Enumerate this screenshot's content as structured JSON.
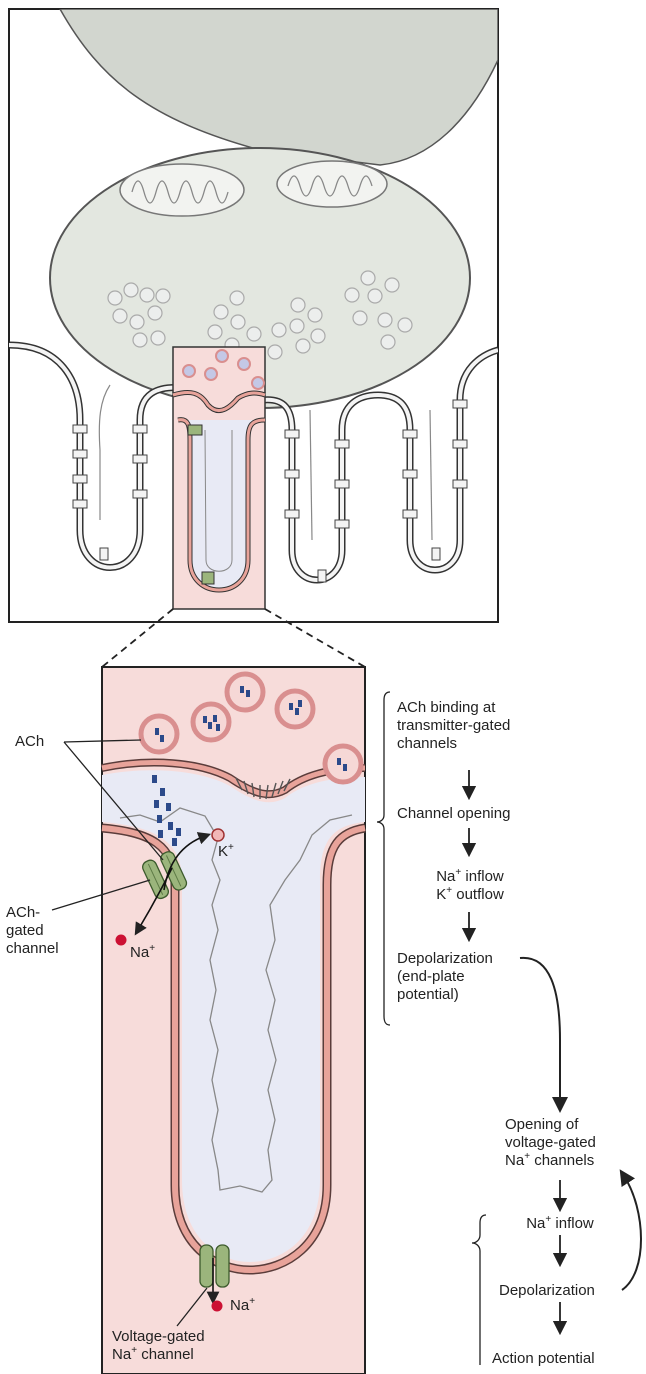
{
  "labels": {
    "ach": "ACh",
    "ach_gated_1": "ACh-",
    "ach_gated_2": "gated",
    "ach_gated_3": "channel",
    "na_left": "Na",
    "k_ion": "K",
    "na_bottom": "Na",
    "vg_channel_1": "Voltage-gated",
    "vg_channel_2": "Na",
    "vg_channel_2b": " channel",
    "plus": "+"
  },
  "flow1": {
    "step1_l1": "ACh binding at",
    "step1_l2": "transmitter-gated",
    "step1_l3": "channels",
    "step2": "Channel opening",
    "step3_l1a": "Na",
    "step3_l1b": " inflow",
    "step3_l2a": "K",
    "step3_l2b": " outflow",
    "step4_l1": "Depolarization",
    "step4_l2": "(end-plate",
    "step4_l3": "potential)"
  },
  "flow2": {
    "step1_l1": "Opening of",
    "step1_l2": "voltage-gated",
    "step1_l3a": "Na",
    "step1_l3b": " channels",
    "step2a": "Na",
    "step2b": " inflow",
    "step3": "Depolarization",
    "step4": "Action potential"
  },
  "colors": {
    "terminal_fill": "#e3e7e0",
    "axon_fill": "#d2d6cf",
    "highlight_pink": "#f7dcda",
    "membrane_pink": "#e8a39a",
    "cleft_fill": "#e8eaf5",
    "channel_green": "#9bb57c",
    "vesicle_blue": "#2c4a8a",
    "ion_red": "#cc1133",
    "k_ion_pink": "#f1b7b7"
  }
}
